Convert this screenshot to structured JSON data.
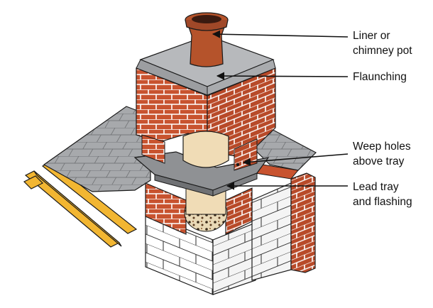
{
  "labels": {
    "liner_line1": "Liner or",
    "liner_line2": "chimney pot",
    "flaunching": "Flaunching",
    "weep_line1": "Weep holes",
    "weep_line2": "above tray",
    "lead_line1": "Lead tray",
    "lead_line2": "and flashing"
  },
  "colors": {
    "brick": "#c8532f",
    "brick_dark": "#a83e22",
    "mortar": "#ffffff",
    "slate": "#a7a9ac",
    "slate_dark": "#8e9093",
    "flaunching": "#b7b9bc",
    "lead": "#8f9194",
    "pot": "#b5532b",
    "liner": "#f0dcb6",
    "block": "#ffffff",
    "timber": "#f2b632",
    "outline": "#1a1a1a"
  }
}
